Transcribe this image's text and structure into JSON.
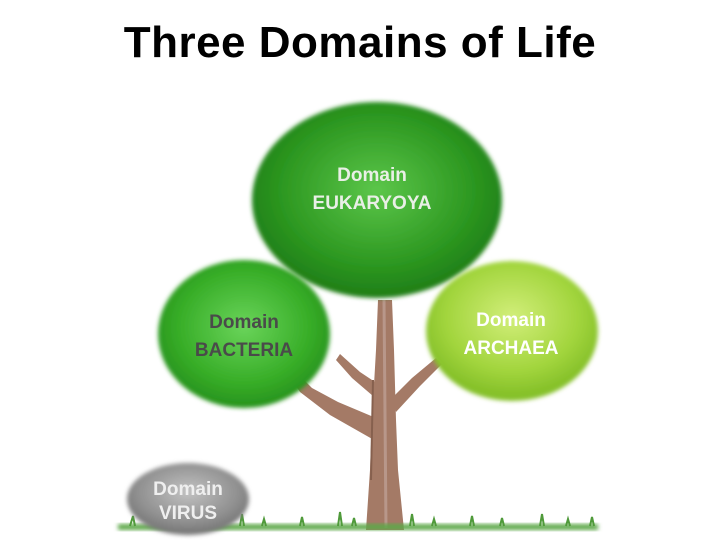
{
  "title": "Three Domains of Life",
  "domains": {
    "eukaryota": {
      "line1": "Domain",
      "line2": "EUKARYOYA",
      "color": "#2f9a21"
    },
    "bacteria": {
      "line1": "Domain",
      "line2": "BACTERIA",
      "color": "#3db52a"
    },
    "archaea": {
      "line1": "Domain",
      "line2": "ARCHAEA",
      "color": "#9fd43a"
    },
    "virus": {
      "line1": "Domain",
      "line2": "VIRUS",
      "color": "#8d8d8d"
    }
  },
  "colors": {
    "trunk": "#9e7560",
    "grass": "#4f9a3a",
    "text_light": "#f1f1ee"
  },
  "icons": [
    "tree-trunk",
    "grass"
  ]
}
